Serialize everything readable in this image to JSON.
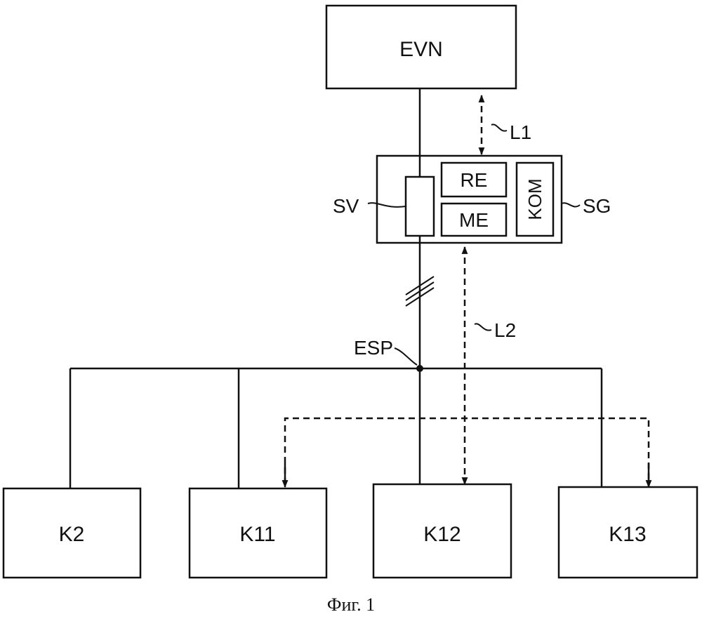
{
  "diagram": {
    "blocks": {
      "evn": "EVN",
      "sg": "SG",
      "sv": "SV",
      "re": "RE",
      "me": "ME",
      "kom": "KOM"
    },
    "links": {
      "l1": "L1",
      "l2": "L2"
    },
    "node": "ESP",
    "consumers": [
      "K2",
      "K11",
      "K12",
      "K13"
    ],
    "caption": "Фиг. 1"
  }
}
